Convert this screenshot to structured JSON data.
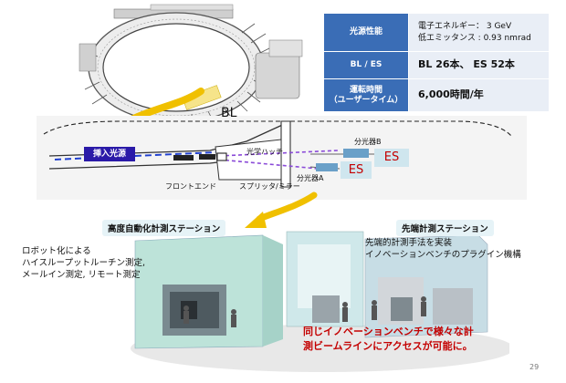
{
  "spec_table": {
    "rows": [
      {
        "header": "光源性能",
        "lines": [
          "電子エネルギー：  3 GeV",
          "低エミッタンス  :  0.93 nmrad"
        ]
      },
      {
        "header": "BL / ES",
        "lines": [
          "BL  26本、  ES  52本"
        ]
      },
      {
        "header_lines": [
          "運転時間",
          "（ユーザータイム）"
        ],
        "lines": [
          "6,000時間/年"
        ]
      }
    ]
  },
  "beamline": {
    "title": "BL",
    "insertion_source": "挿入光源",
    "optics_hutch": "光学ハッチ",
    "front_end": "フロントエンド",
    "splitter": "スプリッタ/ミラー",
    "branch_b": "分光器B",
    "branch_a": "分光器A",
    "es_label": "ES"
  },
  "stations": {
    "left_title": "高度自動化計測ステーション",
    "left_lines": [
      "ロボット化による",
      "ハイスループットルーチン測定,",
      "メールイン測定, リモート測定"
    ],
    "right_title": "先端計測ステーション",
    "right_lines": [
      "先端的計測手法を実装",
      "イノベーションベンチのプラグイン機構"
    ],
    "highlight_lines": [
      "同じイノベーションベンチで様々な計",
      "測ビームラインにアクセスが可能に。"
    ]
  },
  "page_number": "29",
  "colors": {
    "accent_blue": "#3a6db6",
    "highlight_red": "#c40000",
    "es_box": "#cfe6ee"
  }
}
